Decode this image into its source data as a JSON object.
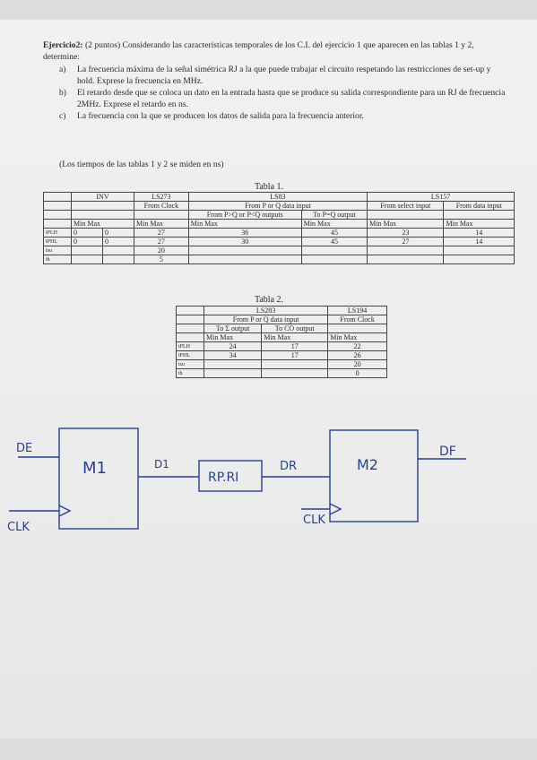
{
  "statement": {
    "heading": "Ejercicio2:",
    "intro": "(2 puntos) Considerando las características temporales de los C.I. del ejercicio 1 que aparecen en las tablas 1 y 2, determine:",
    "items": [
      {
        "label": "a)",
        "text": "La frecuencia máxima de la señal simétrica RJ a la que puede trabajar el circuito respetando las restricciones de set-up y hold. Exprese la frecuencia en MHz."
      },
      {
        "label": "b)",
        "text": "El retardo desde que se coloca un dato en la entrada hasta que se produce su salida correspondiente para un RJ de frecuencia 2MHz. Exprese el retardo en ns."
      },
      {
        "label": "c)",
        "text": "La frecuencia con la que se producen los datos de salida para la frecuencia anterior."
      }
    ],
    "note": "(Los tiempos de las tablas 1 y 2 se miden en ns)"
  },
  "table1": {
    "title": "Tabla 1.",
    "chips": [
      "INV",
      "LS273",
      "LS83",
      "LS157"
    ],
    "ls273_sub": "From Clock",
    "ls83_sub": "From P or Q data input",
    "ls83_sub_a": "From P>Q or P<Q outputs",
    "ls83_sub_b": "To P=Q output",
    "ls157_sub_a": "From select input",
    "ls157_sub_b": "From data input",
    "minmax": "Min   Max",
    "rows": [
      {
        "param": "tPLH",
        "inv_min": "0",
        "inv_max": "0",
        "ls273": "27",
        "ls83a": "36",
        "ls83b": "45",
        "ls157a": "23",
        "ls157b": "14"
      },
      {
        "param": "tPHL",
        "inv_min": "0",
        "inv_max": "0",
        "ls273": "27",
        "ls83a": "30",
        "ls83b": "45",
        "ls157a": "27",
        "ls157b": "14"
      },
      {
        "param": "tsu",
        "inv_min": "",
        "inv_max": "",
        "ls273": "20",
        "ls83a": "",
        "ls83b": "",
        "ls157a": "",
        "ls157b": ""
      },
      {
        "param": "th",
        "inv_min": "",
        "inv_max": "",
        "ls273": "5",
        "ls83a": "",
        "ls83b": "",
        "ls157a": "",
        "ls157b": ""
      }
    ]
  },
  "table2": {
    "title": "Tabla 2.",
    "chips": [
      "LS283",
      "LS194"
    ],
    "ls283_sub": "From P or Q data input",
    "ls194_sub": "From Clock",
    "ls283_sub_a": "To Σ output",
    "ls283_sub_b": "To CO output",
    "minmax": "Min   Max",
    "rows": [
      {
        "param": "tPLH",
        "a": "24",
        "b": "17",
        "c": "22"
      },
      {
        "param": "tPHL",
        "a": "34",
        "b": "17",
        "c": "26"
      },
      {
        "param": "tsu",
        "a": "",
        "b": "",
        "c": "20"
      },
      {
        "param": "th",
        "a": "",
        "b": "",
        "c": "0"
      }
    ]
  },
  "circuit": {
    "de": "DE",
    "clk1": "CLK",
    "m1": "M1",
    "d1": "D1",
    "rp": "RP.RI",
    "dr": "DR",
    "m2": "M2",
    "df": "DF",
    "clk2": "CLK"
  },
  "colors": {
    "ink": "#2b3f8f",
    "paper": "#ececec"
  }
}
